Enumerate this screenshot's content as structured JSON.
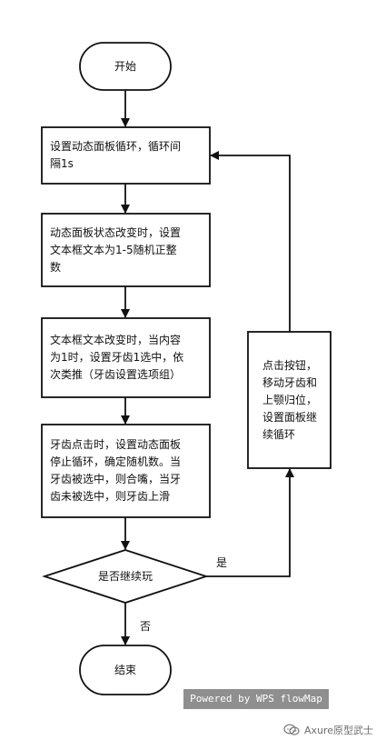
{
  "flowchart": {
    "start": "开始",
    "step1": "设置动态面板循环，循环间\n隔1s",
    "step2": "动态面板状态改变时，设置\n文本框文本为1-5随机正整\n数",
    "step3": "文本框文本改变时，当内容\n为1时，设置牙齿1选中，依\n次类推（牙齿设置选项组）",
    "step4": "牙齿点击时，设置动态面板\n停止循环，确定随机数。当\n牙齿被选中，则合嘴，当牙\n齿未被选中，则牙齿上滑",
    "decision": "是否继续玩",
    "loop_action": "点击按钮，\n移动牙齿和\n上颚归位，\n设置面板继\n续循环",
    "end": "结束",
    "yes_label": "是",
    "no_label": "否"
  },
  "footer": {
    "powered_by": "Powered by WPS flowMap",
    "watermark": "Axure原型武士"
  },
  "colors": {
    "stroke": "#111111",
    "background": "#ffffff",
    "badge": "#8f8f8f"
  }
}
